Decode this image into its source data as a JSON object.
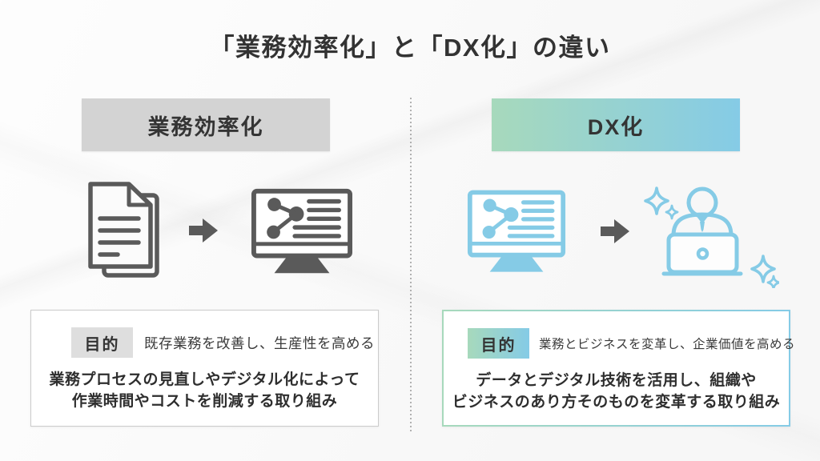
{
  "title": "「業務効率化」と「DX化」の違い",
  "left": {
    "header": "業務効率化",
    "icons": [
      "documents-icon",
      "arrow-right-icon",
      "monitor-share-icon"
    ],
    "purpose_label": "目的",
    "purpose_text": "既存業務を改善し、生産性を高める",
    "description_line1": "業務プロセスの見直しやデジタル化によって",
    "description_line2": "作業時間やコストを削減する取り組み"
  },
  "right": {
    "header": "DX化",
    "icons": [
      "monitor-share-icon",
      "arrow-right-icon",
      "person-laptop-icon",
      "sparkles-icon"
    ],
    "purpose_label": "目的",
    "purpose_text": "業務とビジネスを変革し、企業価値を高める",
    "description_line1": "データとデジタル技術を活用し、組織や",
    "description_line2": "ビジネスのあり方そのものを変革する取り組み"
  },
  "colors": {
    "icon_gray": "#5a5a5a",
    "accent_blue": "#85cbe6",
    "accent_green": "#a7d9bc",
    "header_gray_bg": "#d3d3d3",
    "label_gray_bg": "#dedede"
  }
}
